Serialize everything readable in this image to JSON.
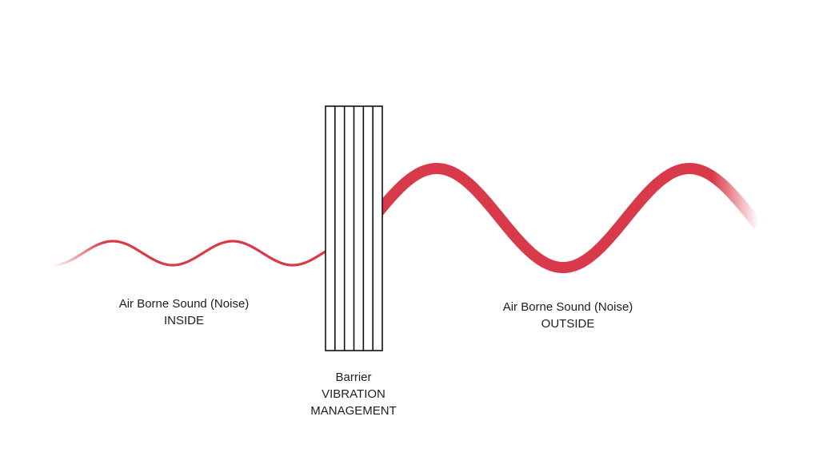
{
  "colors": {
    "wave": "#d93a4a",
    "barrier_stroke": "#111111",
    "background": "#ffffff"
  },
  "labels": {
    "inside": {
      "line1": "Air Borne Sound (Noise)",
      "line2": "INSIDE"
    },
    "outside": {
      "line1": "Air Borne Sound (Noise)",
      "line2": "OUTSIDE"
    },
    "barrier": {
      "line1": "Barrier",
      "line2": "VIBRATION",
      "line3": "MANAGEMENT"
    }
  },
  "barrier": {
    "layers": 6
  }
}
